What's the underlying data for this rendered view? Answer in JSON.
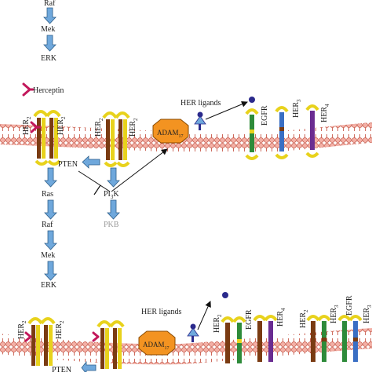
{
  "top_cascade": {
    "raf": "Raf",
    "mek": "Mek",
    "erk": "ERK"
  },
  "legend": {
    "herceptin": "Herceptin"
  },
  "panel2": {
    "her_a": "HER",
    "her_a_sub": "2",
    "her_b": "HER",
    "her_b_sub": "2",
    "her_c": "HER",
    "her_c_sub": "2",
    "her_d": "HER",
    "her_d_sub": "2",
    "adam": "ADAM",
    "adam_sub": "17",
    "ligands": "HER ligands",
    "egfr": "EGFR",
    "her3": "HER",
    "her3_sub": "3",
    "her4": "HER",
    "her4_sub": "4",
    "pten": "PTEN",
    "ras": "Ras",
    "raf": "Raf",
    "mek": "Mek",
    "erk": "ERK",
    "pi3k": "PI",
    "pi3k_sub": "3",
    "pi3k_tail": "K",
    "pkb": "PKB"
  },
  "panel3": {
    "her_a": "HER",
    "her_a_sub": "2",
    "her_b": "HER",
    "her_b_sub": "2",
    "adam": "ADAM",
    "adam_sub": "17",
    "ligands": "HER ligands",
    "her_c": "HER",
    "her_c_sub": "2",
    "egfr_1": "EGFR",
    "her4": "HER",
    "her4_sub": "4",
    "her_d": "HER",
    "her_d_sub": "2",
    "her3_1": "HER",
    "her3_1_sub": "3",
    "egfr_2": "EGFR",
    "her3_2": "HER",
    "her3_2_sub": "3",
    "pten": "PTEN"
  },
  "colors": {
    "membrane": "#e98a7a",
    "arrow_fill": "#6fa8dc",
    "arrow_stroke": "#2e5f8a",
    "adam": "#f39321",
    "receptor_her2": "#7a3b12",
    "receptor_egfr": "#2e8b3a",
    "receptor_her3": "#3a6fc4",
    "receptor_her4": "#6a2c91",
    "yellow": "#e8d21c",
    "herceptin": "#c2185b",
    "ligand": "#2b2a8c"
  }
}
